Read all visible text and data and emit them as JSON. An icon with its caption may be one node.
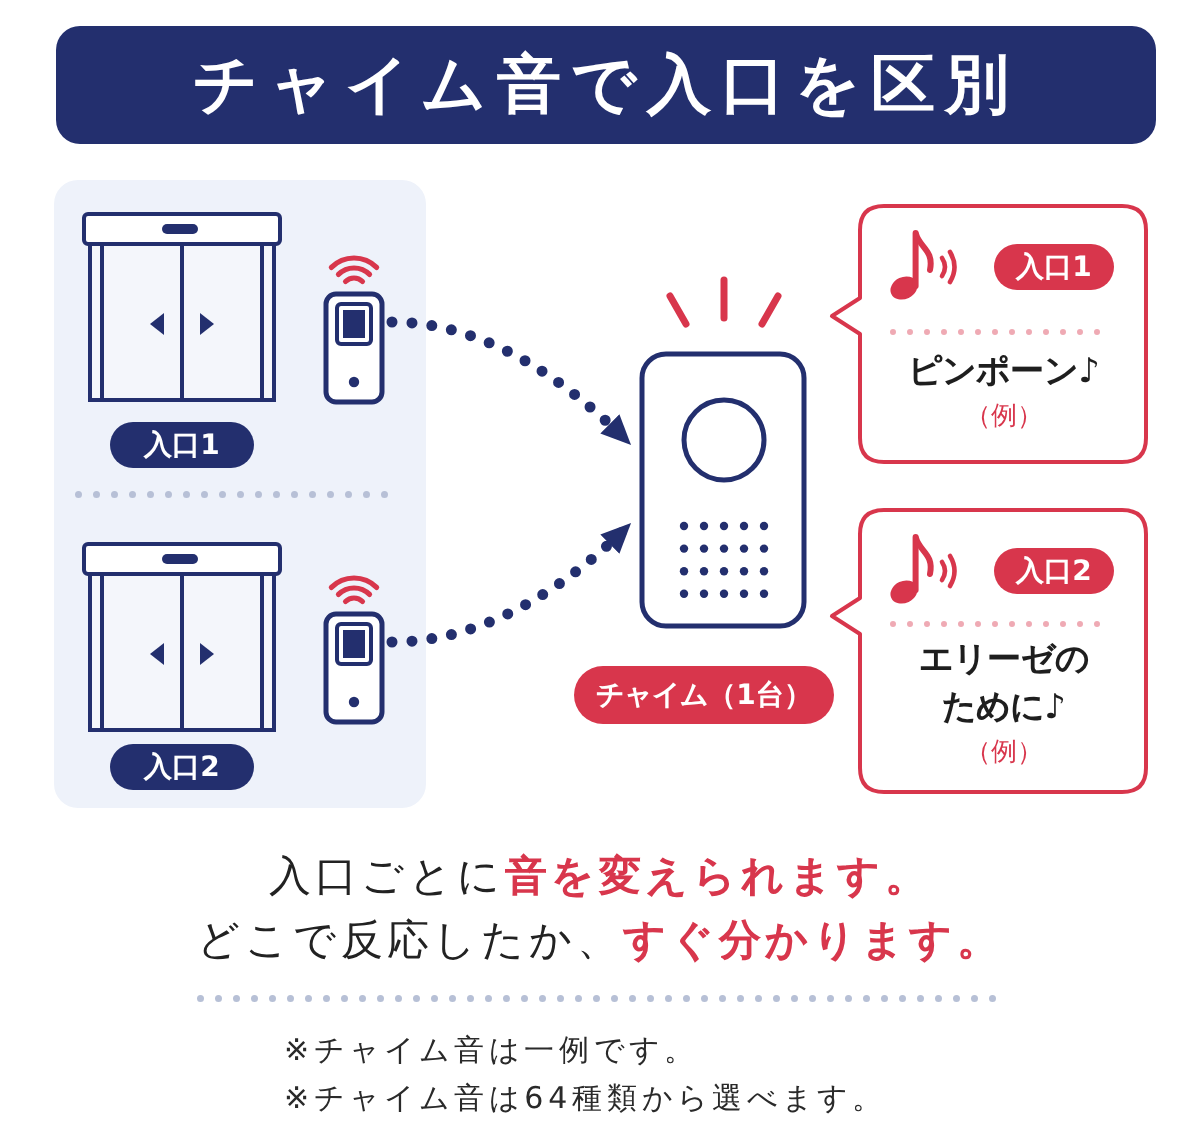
{
  "diagram": {
    "title": "チャイム音で入口を区別",
    "nodes": [
      {
        "text": [
          "入口1"
        ]
      },
      {
        "text": [],
        "shape": "picture"
      },
      {
        "text": [
          "入口2"
        ]
      },
      {
        "text": [],
        "shape": "picture"
      },
      {
        "text": [],
        "shape": "picture"
      },
      {
        "text": [
          "チャイム（1台）"
        ]
      },
      {
        "text": [
          "ピンポーン♪",
          "（例）"
        ]
      },
      {
        "text": [
          "入口1"
        ],
        "in": 6
      },
      {
        "text": [
          "エリーゼのために♪",
          "（例）"
        ]
      },
      {
        "text": [
          "入口2"
        ],
        "in": 8
      }
    ],
    "edges": [
      {
        "from": 1,
        "to": 4,
        "arrow": "to",
        "style": "dashed"
      },
      {
        "from": 3,
        "to": 4,
        "arrow": "to",
        "style": "dashed"
      }
    ],
    "labels": [
      "入口ごとに**音を変えられます。**",
      "どこで反応したか、**すぐ分かります。**",
      "※チャイム音は一例です。",
      "※チャイム音は64種類から選べます。"
    ]
  }
}
